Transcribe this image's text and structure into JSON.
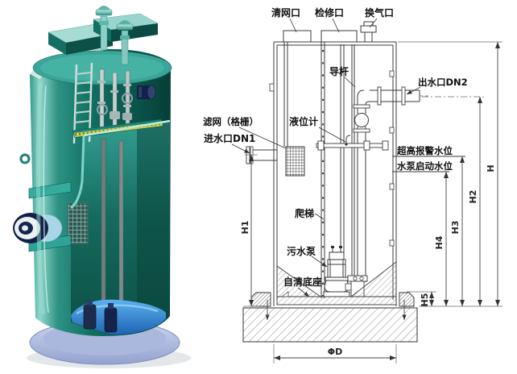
{
  "labels": {
    "clean_port": "清网口",
    "access_port": "检修口",
    "vent_port": "换气口",
    "guide_rod": "导杆",
    "outlet": "出水口DN2",
    "filter_screen": "滤网（格栅）",
    "level_gauge": "液位计",
    "inlet": "进水口DN1",
    "alarm_level": "超高报警水位",
    "pump_start_level": "水泵启动水位",
    "ladder": "爬梯",
    "sewage_pump": "污水泵",
    "self_cleaning_base": "自清底座"
  },
  "dimensions": {
    "h": "H",
    "h1": "H1",
    "h2": "H2",
    "h3": "H3",
    "h4": "H4",
    "h5": "H5",
    "diameter": "ΦD"
  },
  "colors": {
    "tank_body_teal": "#0f6e60",
    "tank_highlight": "#8fd8cb",
    "hatch_top_teal": "#a7dcd3",
    "basin_blue": "#2f8fdc",
    "pump_navy": "#1d2b4c",
    "base_ring_lavender": "#b6c2e4",
    "port_navy": "#13224a",
    "grating_yellow": "#c9d24f",
    "drawing_line": "#3b3b3b",
    "label_text": "#111111",
    "background": "#ffffff"
  }
}
